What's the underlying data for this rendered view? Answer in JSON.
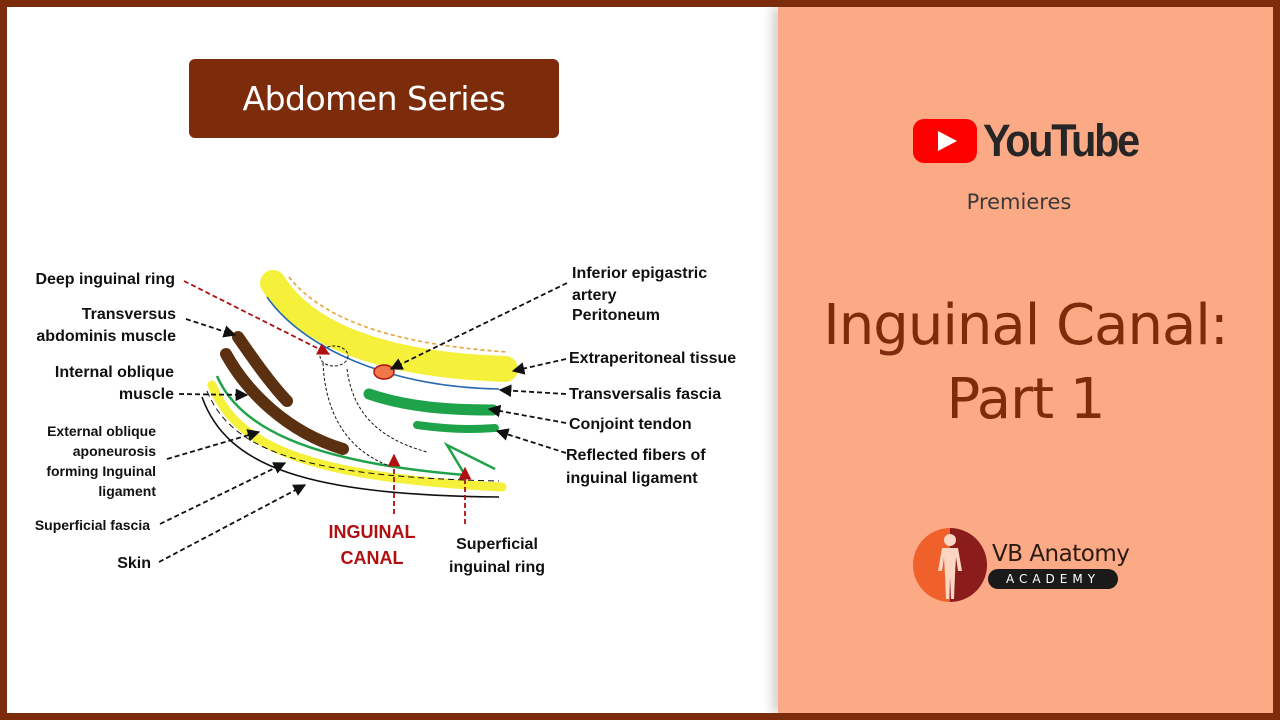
{
  "series_badge": "Abdomen Series",
  "youtube": {
    "wordmark": "YouTube",
    "subtitle": "Premieres",
    "logo_color": "#ff0000"
  },
  "title": {
    "line1": "Inguinal Canal:",
    "line2": "Part 1"
  },
  "brand": {
    "name": "VB Anatomy",
    "tagline": "ACADEMY"
  },
  "diagram": {
    "labels": {
      "deep_ring": "Deep inguinal ring",
      "transversus_1": "Transversus",
      "transversus_2": "abdominis muscle",
      "internal_oblique_1": "Internal oblique",
      "internal_oblique_2": "muscle",
      "external_oblique_1": "External oblique",
      "external_oblique_2": "aponeurosis",
      "external_oblique_3": "forming Inguinal",
      "external_oblique_4": "ligament",
      "superficial_fascia": "Superficial fascia",
      "skin": "Skin",
      "inguinal_canal_1": "INGUINAL",
      "inguinal_canal_2": "CANAL",
      "superficial_ring_1": "Superficial",
      "superficial_ring_2": "inguinal ring",
      "inferior_epigastric_1": "Inferior epigastric",
      "inferior_epigastric_2": "artery",
      "peritoneum": "Peritoneum",
      "extraperitoneal": "Extraperitoneal tissue",
      "transversalis": "Transversalis fascia",
      "conjoint": "Conjoint tendon",
      "reflected_1": "Reflected fibers of",
      "reflected_2": "inguinal ligament"
    }
  },
  "colors": {
    "frame": "#7c2b0b",
    "right_panel": "#fca985",
    "title": "#7c2b0b",
    "yellow_layer": "#f5f03a",
    "green_layer": "#1fa34a",
    "muscle_brown": "#5a3010",
    "red_label": "#b01010"
  }
}
